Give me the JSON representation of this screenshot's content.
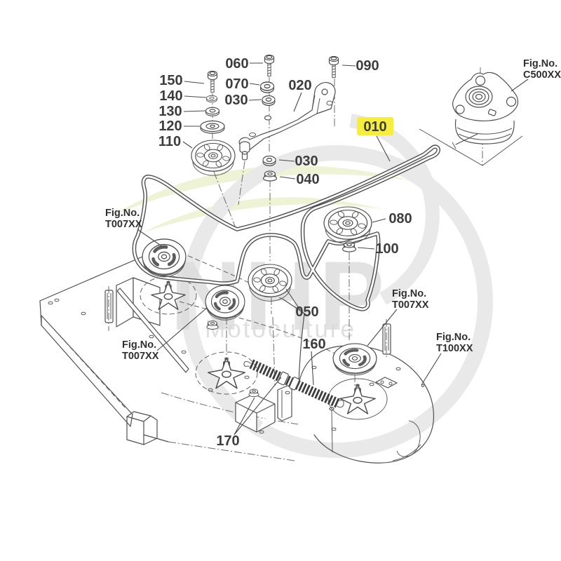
{
  "watermark": {
    "brand": "NHP",
    "subtitle": "Motoculture"
  },
  "highlight": {
    "part": "010",
    "color": "#f6ee3a"
  },
  "part_labels": [
    {
      "num": "150"
    },
    {
      "num": "140"
    },
    {
      "num": "130"
    },
    {
      "num": "120"
    },
    {
      "num": "110"
    },
    {
      "num": "060"
    },
    {
      "num": "070"
    },
    {
      "num": "030"
    },
    {
      "num": "020"
    },
    {
      "num": "090"
    },
    {
      "num": "010"
    },
    {
      "num": "030"
    },
    {
      "num": "040"
    },
    {
      "num": "080"
    },
    {
      "num": "100"
    },
    {
      "num": "050"
    },
    {
      "num": "160"
    },
    {
      "num": "170"
    }
  ],
  "fig_refs": [
    {
      "prefix": "Fig.No.",
      "code": "C500XX"
    },
    {
      "prefix": "Fig.No.",
      "code": "T007XX"
    },
    {
      "prefix": "Fig.No.",
      "code": "T007XX"
    },
    {
      "prefix": "Fig.No.",
      "code": "T007XX"
    },
    {
      "prefix": "Fig.No.",
      "code": "T100XX"
    }
  ]
}
